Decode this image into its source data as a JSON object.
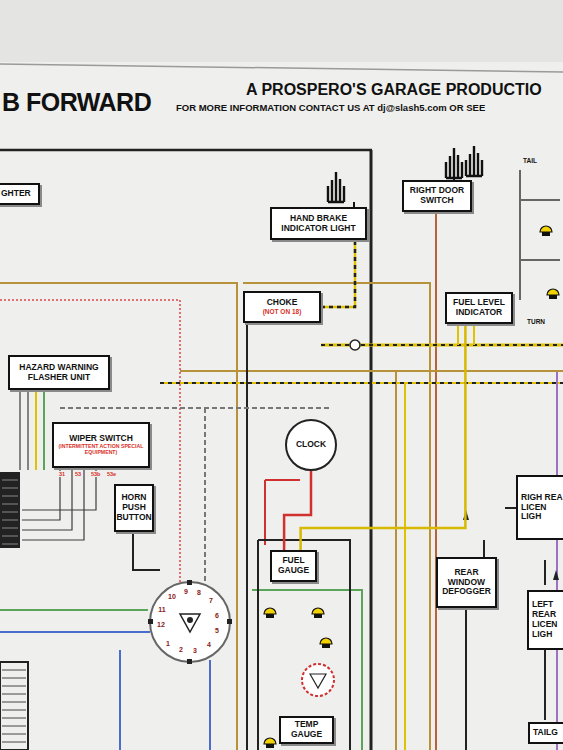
{
  "diagram": {
    "title": "B FORWARD",
    "nodes": [
      {
        "text": [
          "GHTER"
        ]
      },
      {
        "text": [
          "RIGHT DOOR SWITCH"
        ]
      },
      {
        "text": [
          "HAND BRAKE INDICATOR LIGHT"
        ]
      },
      {
        "text": [
          "CHOKE",
          "(NOT ON 18)"
        ]
      },
      {
        "text": [
          "FUEL LEVEL INDICATOR"
        ]
      },
      {
        "text": [
          "HAZARD WARNING FLASHER UNIT"
        ]
      },
      {
        "text": [
          "WIPER SWITCH",
          "(INTERMITTENT ACTION SPECIAL EQUIPMENT)"
        ]
      },
      {
        "text": [
          "CLOCK"
        ]
      },
      {
        "text": [
          "RIGH REA LICEN LIGH"
        ]
      },
      {
        "text": [
          "HORN PUSH BUTTON"
        ]
      },
      {
        "text": [
          "FUEL GAUGE"
        ]
      },
      {
        "text": [
          "REAR WINDOW DEFOGGER"
        ]
      },
      {
        "text": [
          "LEFT REAR LICEN LIGH"
        ]
      },
      {
        "text": [
          "TEMP GAUGE"
        ]
      },
      {
        "text": [
          "TAILG"
        ]
      }
    ],
    "edges": [
      {
        "from": 3,
        "to": 2,
        "arrow": "none"
      },
      {
        "from": 4,
        "to": 10,
        "arrow": "none"
      },
      {
        "from": 7,
        "to": 10,
        "arrow": "none"
      }
    ],
    "labels": [
      "A PROSPERO'S GARAGE PRODUCTIO",
      "FOR MORE INFORMATION CONTACT US AT dj@slash5.com OR SEE",
      "TAIL",
      "TURN",
      "31",
      "53",
      "53b",
      "53e",
      "1",
      "2",
      "3",
      "4",
      "5",
      "6",
      "7",
      "8",
      "9",
      "10",
      "11",
      "12"
    ]
  }
}
